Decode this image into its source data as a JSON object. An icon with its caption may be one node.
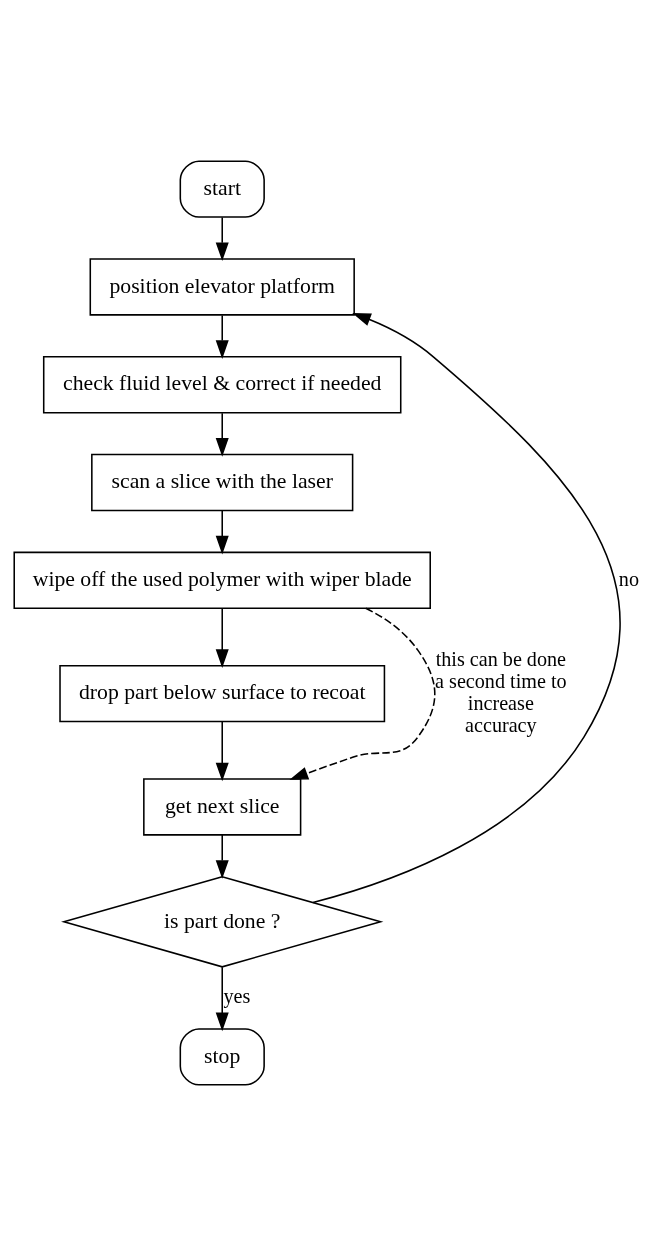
{
  "diagram": {
    "nodes": [
      {
        "text": [
          "start"
        ]
      },
      {
        "text": [
          "position elevator platform"
        ]
      },
      {
        "text": [
          "check fluid level & correct if needed"
        ]
      },
      {
        "text": [
          "scan a slice with the laser"
        ]
      },
      {
        "text": [
          "wipe off the used polymer with wiper blade"
        ]
      },
      {
        "text": [
          "drop part below surface to recoat"
        ]
      },
      {
        "text": [
          "get next slice"
        ]
      },
      {
        "text": [
          "is part done ?"
        ]
      },
      {
        "text": [
          "stop"
        ]
      }
    ],
    "edges": [
      {
        "from": 0,
        "to": 1,
        "arrow": "to"
      },
      {
        "from": 1,
        "to": 2,
        "arrow": "to"
      },
      {
        "from": 2,
        "to": 3,
        "arrow": "to"
      },
      {
        "from": 3,
        "to": 4,
        "arrow": "to"
      },
      {
        "from": 4,
        "to": 5,
        "arrow": "to"
      },
      {
        "from": 5,
        "to": 6,
        "arrow": "to"
      },
      {
        "from": 4,
        "to": 6,
        "arrow": "to",
        "style": "dashed",
        "label": "this can be done a second time to increase accuracy"
      },
      {
        "from": 6,
        "to": 7,
        "arrow": "to"
      },
      {
        "from": 7,
        "to": 8,
        "arrow": "to",
        "label": "yes"
      },
      {
        "from": 7,
        "to": 1,
        "arrow": "to",
        "label": "no"
      }
    ]
  }
}
